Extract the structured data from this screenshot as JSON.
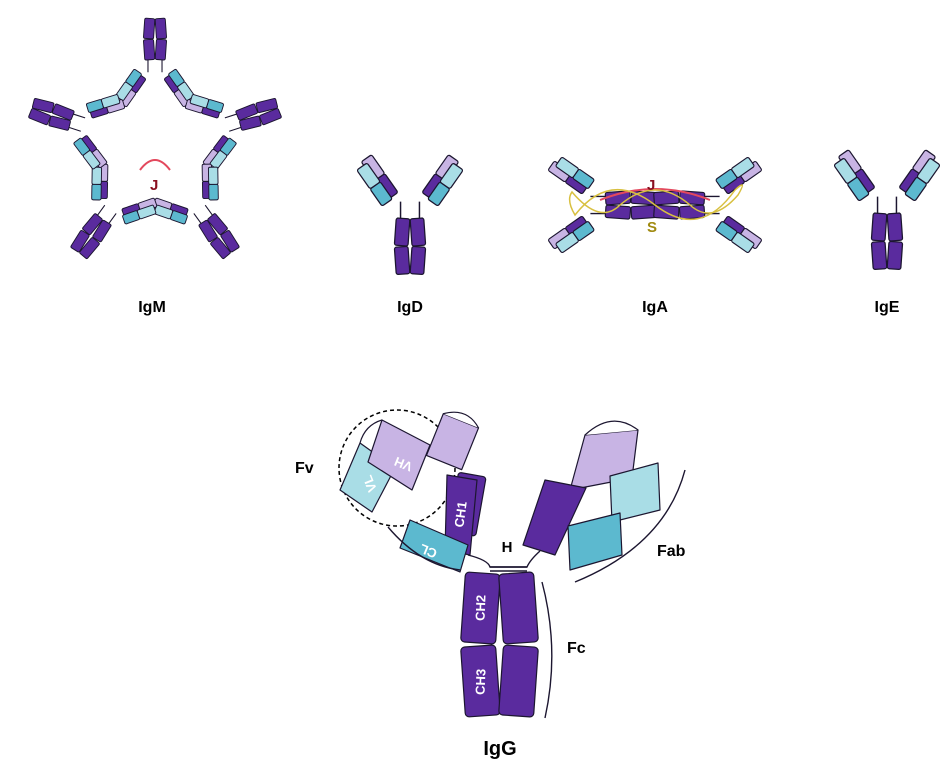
{
  "colors": {
    "heavy": "#5a2b9e",
    "heavy_light_top": "#c8b4e4",
    "light": "#a9dde6",
    "light_dark": "#5cb9cf",
    "j_chain": "#e3485d",
    "s_chain": "#d8c040",
    "j_label": "#8a1020",
    "s_label": "#a08a10"
  },
  "labels": {
    "igm": "IgM",
    "igd": "IgD",
    "iga": "IgA",
    "ige": "IgE",
    "igg": "IgG",
    "j_igm": "J",
    "j_iga": "J",
    "s_iga": "S",
    "fv": "Fv",
    "fab": "Fab",
    "fc": "Fc",
    "h": "H"
  },
  "domains": {
    "vh": "VH",
    "vl": "VL",
    "ch1": "CH1",
    "cl": "CL",
    "ch2": "CH2",
    "ch3": "CH3"
  }
}
